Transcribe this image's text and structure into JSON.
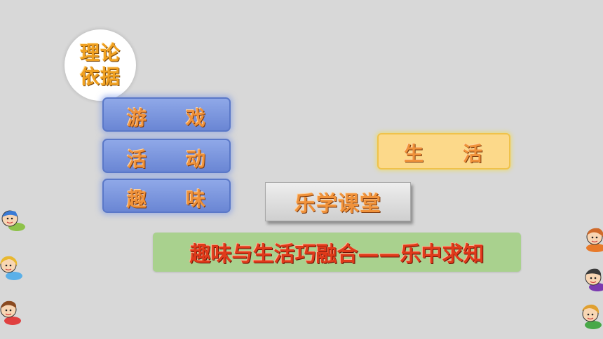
{
  "badge": {
    "line1": "理论",
    "line2": "依据"
  },
  "blue_boxes": [
    {
      "left": "游",
      "right": "戏"
    },
    {
      "left": "活",
      "right": "动"
    },
    {
      "left": "趣",
      "right": "味"
    }
  ],
  "yellow_box": {
    "left": "生",
    "right": "活"
  },
  "gray_box": {
    "label": "乐学课堂"
  },
  "green_banner": {
    "label": "趣味与生活巧融合——乐中求知"
  },
  "colors": {
    "background": "#d8d8d8",
    "blue_box": "#7b96dc",
    "yellow_box": "#fcd98a",
    "green_banner": "#a9d18e",
    "orange_text": "#f0923a",
    "red_text": "#e03a1a"
  },
  "icons": [
    "cartoon-kid-icon"
  ]
}
